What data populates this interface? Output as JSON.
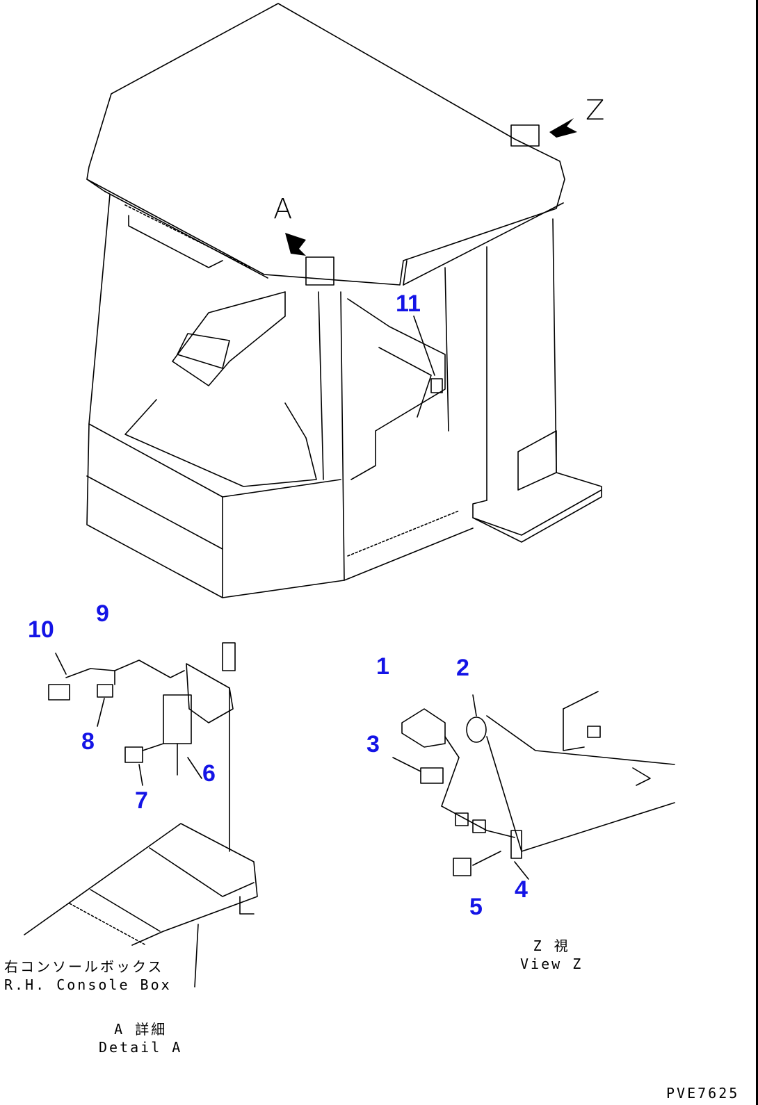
{
  "view_arrows": {
    "a": "A",
    "z": "Z"
  },
  "part_numbers": [
    "1",
    "2",
    "3",
    "4",
    "5",
    "6",
    "7",
    "8",
    "9",
    "10",
    "11"
  ],
  "labels": {
    "console_box_jp": "右コンソールボックス",
    "console_box_en": "R.H. Console Box",
    "detail_a_jp": "A 詳細",
    "detail_a_en": "Detail A",
    "view_z_jp": "Z 視",
    "view_z_en": "View Z",
    "drawing_id": "PVE7625"
  },
  "colors": {
    "part_number": "#1414e6",
    "line": "#000000"
  }
}
